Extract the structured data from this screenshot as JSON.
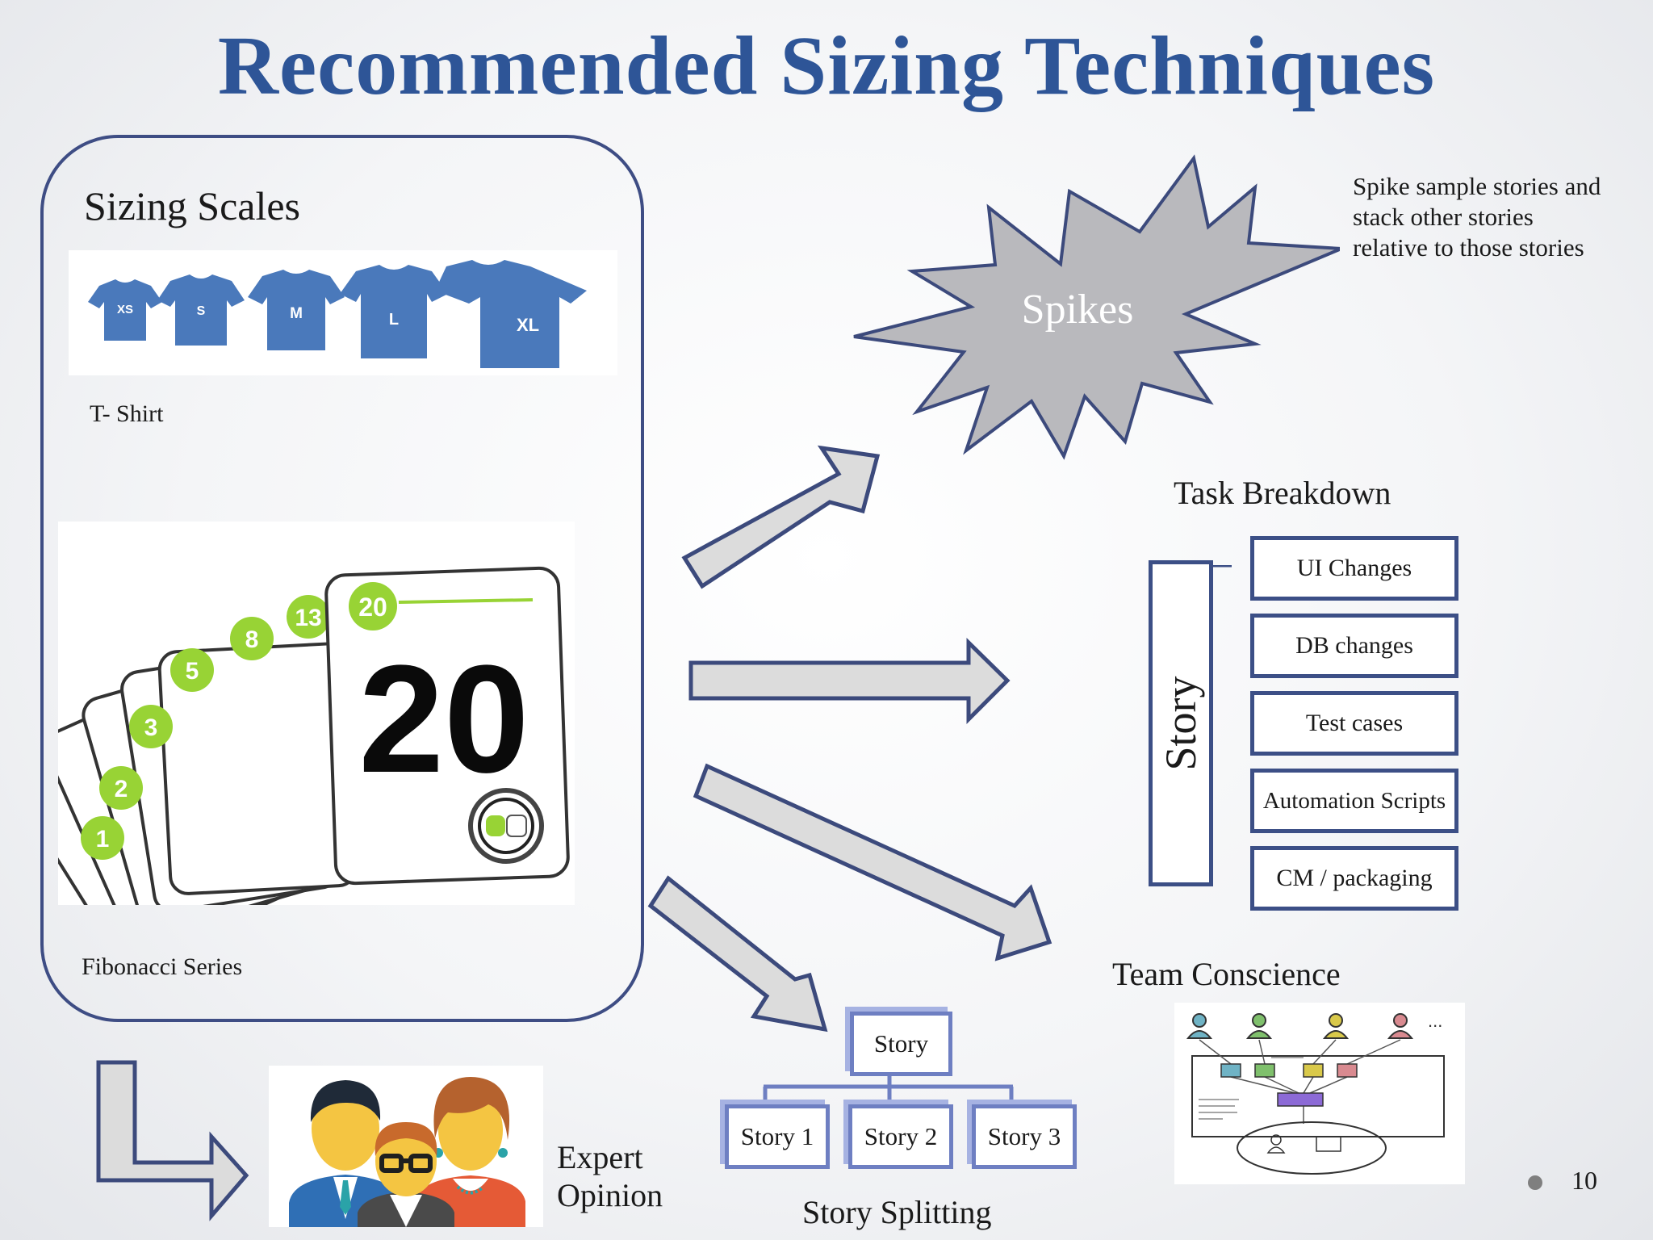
{
  "slide": {
    "title": "Recommended Sizing Techniques",
    "page_number": "10"
  },
  "sizing_scales": {
    "heading": "Sizing Scales",
    "tshirt_label": "T- Shirt",
    "tshirt_sizes": [
      "XS",
      "S",
      "M",
      "L",
      "XL"
    ],
    "fibonacci_label": "Fibonacci Series",
    "card_numbers": [
      "1",
      "2",
      "3",
      "5",
      "8",
      "13",
      "20"
    ],
    "front_card_value": "20"
  },
  "spikes": {
    "label": "Spikes",
    "note_lines": [
      "Spike sample stories and",
      "stack other stories",
      "relative to those stories"
    ]
  },
  "task_breakdown": {
    "heading": "Task Breakdown",
    "root": "Story",
    "items": [
      "UI Changes",
      "DB changes",
      "Test cases",
      "Automation Scripts",
      "CM / packaging"
    ]
  },
  "team_conscience": {
    "heading": "Team Conscience",
    "ellipsis": "...",
    "person_colors": [
      "#6fb3c5",
      "#7fc06c",
      "#d9c94a",
      "#d98a90"
    ]
  },
  "story_splitting": {
    "label": "Story Splitting",
    "root": "Story",
    "children": [
      "Story 1",
      "Story 2",
      "Story 3"
    ]
  },
  "expert_opinion": {
    "label_lines": [
      "Expert",
      "Opinion"
    ]
  },
  "colors": {
    "title": "#2e5597",
    "frame": "#3e4d84",
    "arrow_fill": "#dcdcdc",
    "arrow_stroke": "#3c4a7c",
    "spike_fill": "#b9b9bd",
    "tshirt": "#4a79bb",
    "card_accent": "#98d335"
  }
}
